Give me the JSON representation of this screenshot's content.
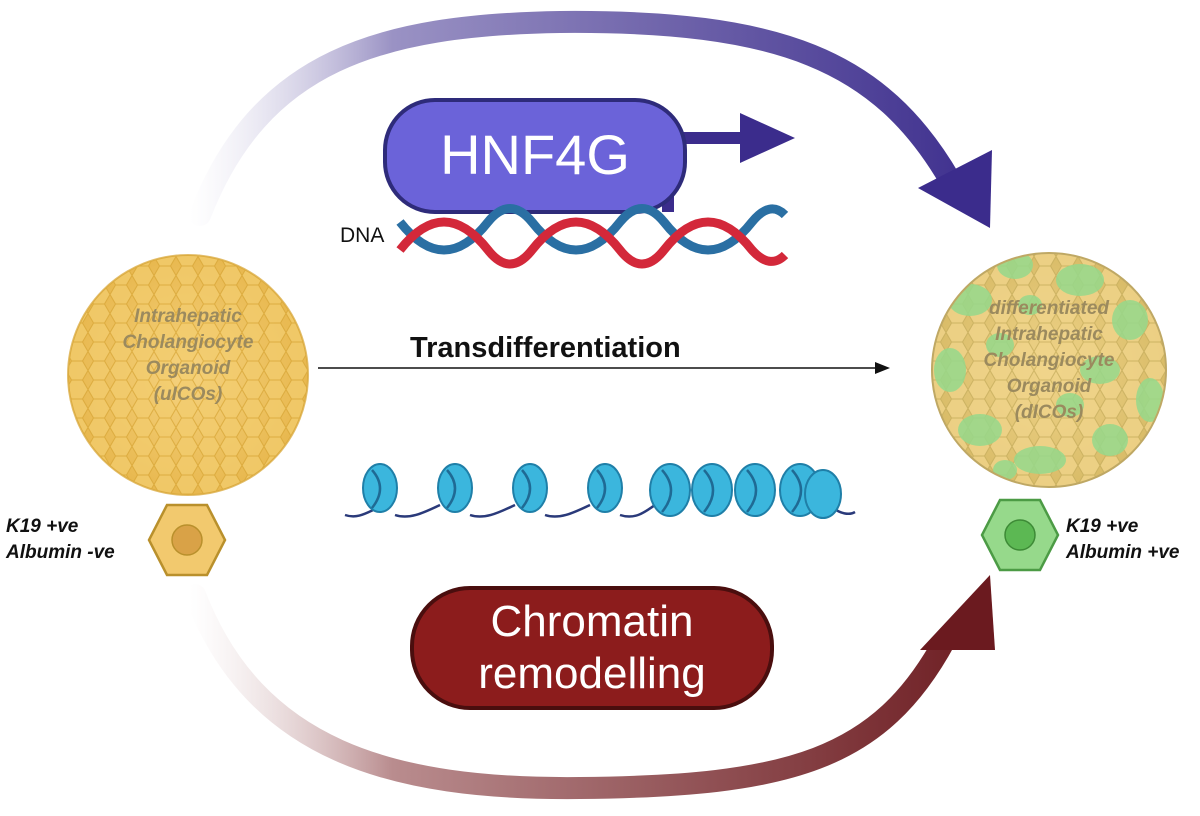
{
  "hnf4g": {
    "label": "HNF4G"
  },
  "dna": {
    "label": "DNA"
  },
  "process": {
    "label": "Transdifferentiation"
  },
  "chromatin": {
    "line1": "Chromatin",
    "line2": "remodelling"
  },
  "left_organoid": {
    "lines": [
      "Intrahepatic",
      "Cholangiocyte",
      "Organoid",
      "(uICOs)"
    ]
  },
  "right_organoid": {
    "lines": [
      "differentiated",
      "Intrahepatic",
      "Cholangiocyte",
      "Organoid",
      "(dICOs)"
    ]
  },
  "left_markers": {
    "line1": "K19 +ve",
    "line2": "Albumin -ve"
  },
  "right_markers": {
    "line1": "K19 +ve",
    "line2": "Albumin +ve"
  },
  "colors": {
    "hnf4g_fill": "#6b63d9",
    "top_arrow": "#3b2c8c",
    "bottom_arrow": "#6b1a1f",
    "chromatin_fill": "#8c1c1c",
    "dna_red": "#d3283a",
    "dna_blue": "#2a6fa3",
    "nucleosome": "#3bb6dd",
    "undiff_cell": "#f2c96e",
    "diff_cell": "#96d98b"
  }
}
